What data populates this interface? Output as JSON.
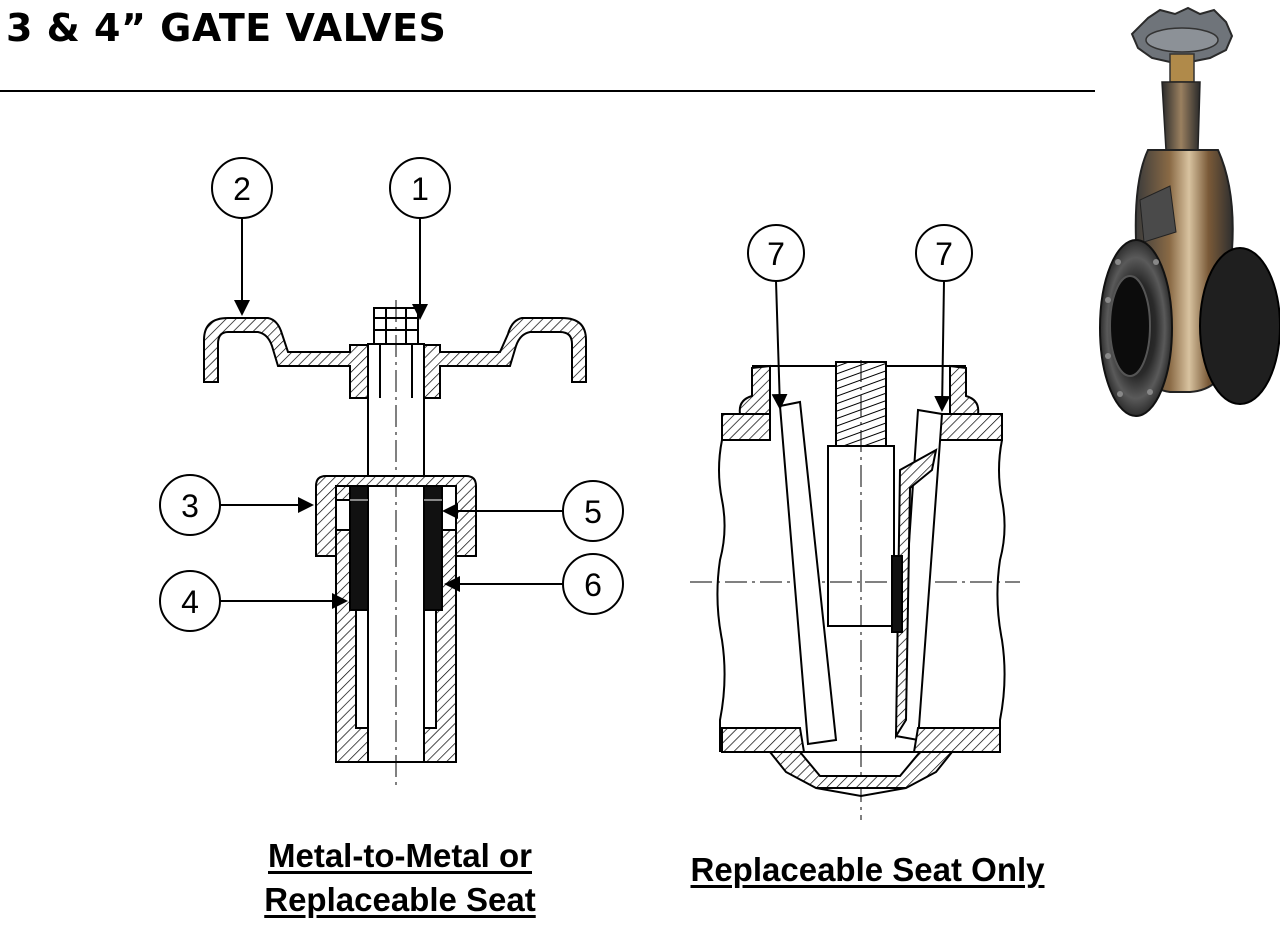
{
  "page": {
    "title": "3 & 4” GATE VALVES"
  },
  "left_diagram": {
    "callouts": [
      "1",
      "2",
      "3",
      "4",
      "5",
      "6"
    ],
    "caption_line1": "Metal-to-Metal or",
    "caption_line2": "Replaceable Seat"
  },
  "right_diagram": {
    "callouts": [
      "7",
      "7"
    ],
    "caption": "Replaceable Seat Only"
  },
  "photo": {
    "subject": "gate-valve-photo"
  },
  "colors": {
    "ink": "#000000",
    "valve_dark": "#3a3a3a",
    "valve_bronze": "#8a6a45"
  }
}
